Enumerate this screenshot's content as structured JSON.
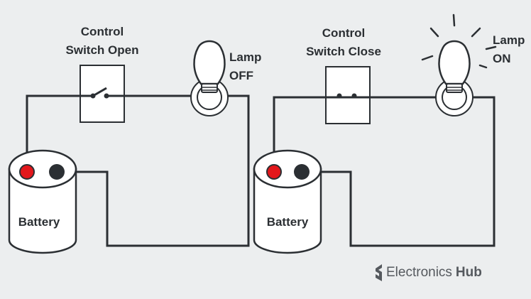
{
  "colors": {
    "background": "#eceeef",
    "line": "#2b2f33",
    "positive_terminal": "#e3171b",
    "negative_terminal": "#2b2f33",
    "component_fill": "#ffffff",
    "brand_text": "#55595e"
  },
  "circuits": [
    {
      "switch_label_line1": "Control",
      "switch_label_line2": "Switch Open",
      "lamp_label_line1": "Lamp",
      "lamp_label_line2": "OFF",
      "battery_label": "Battery",
      "switch_state": "open",
      "lamp_state": "off"
    },
    {
      "switch_label_line1": "Control",
      "switch_label_line2": "Switch Close",
      "lamp_label_line1": "Lamp",
      "lamp_label_line2": "ON",
      "battery_label": "Battery",
      "switch_state": "closed",
      "lamp_state": "on"
    }
  ],
  "brand": {
    "name_part1": "Electronics",
    "name_part2": "Hub",
    "icon": "electronics-hub-logo-icon"
  }
}
